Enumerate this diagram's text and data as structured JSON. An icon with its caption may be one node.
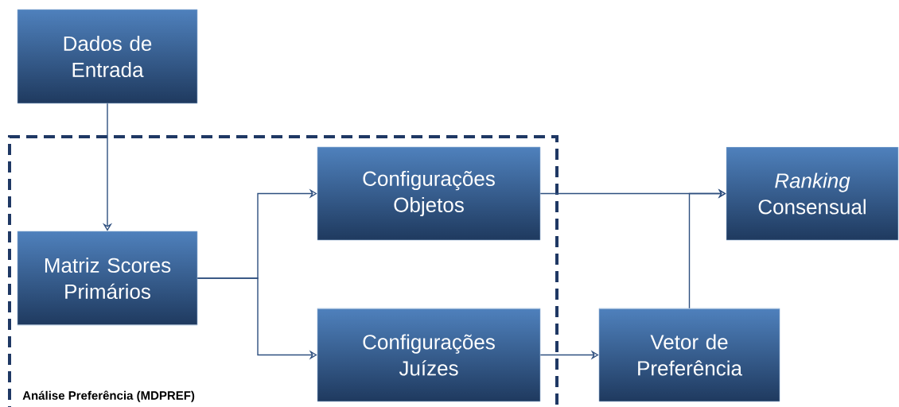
{
  "diagram": {
    "nodes": [
      {
        "text": [
          "Dados de Entrada"
        ]
      },
      {
        "text": [
          "Análise Preferência (MDPREF)"
        ]
      },
      {
        "text": [
          "Matriz Scores Primários"
        ],
        "in": 1
      },
      {
        "text": [
          "Configurações Objetos"
        ],
        "in": 1
      },
      {
        "text": [
          "Configurações Juízes"
        ],
        "in": 1
      },
      {
        "text": [
          "*Ranking* Consensual"
        ]
      },
      {
        "text": [
          "Vetor de Preferência"
        ]
      }
    ],
    "edges": [
      {
        "from": 0,
        "to": 2,
        "arrow": "to"
      },
      {
        "from": 2,
        "to": 3,
        "arrow": "to"
      },
      {
        "from": 2,
        "to": 4,
        "arrow": "to"
      },
      {
        "from": 3,
        "to": 5,
        "arrow": "to"
      },
      {
        "from": 4,
        "to": 6,
        "arrow": "to"
      },
      {
        "from": 6,
        "to": 5,
        "arrow": "to"
      }
    ]
  }
}
